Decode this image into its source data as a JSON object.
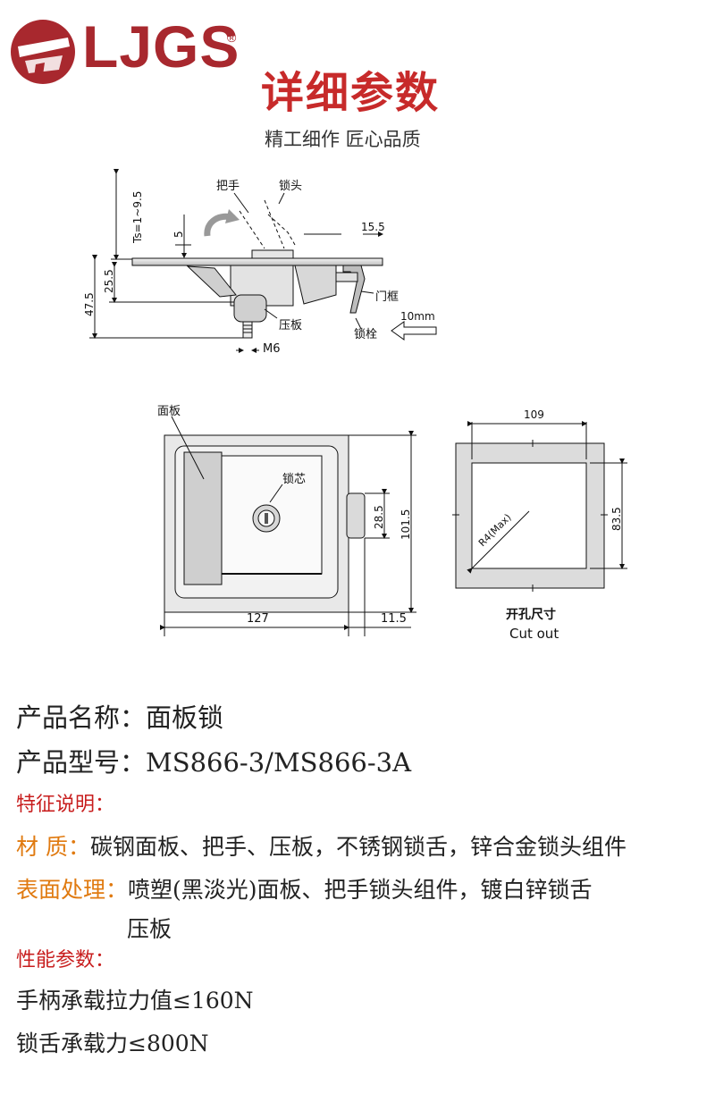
{
  "header": {
    "brand": "LJGS",
    "registered": "®",
    "title": "详细参数",
    "slogan": "精工细作 匠心品质"
  },
  "drawing": {
    "side_view": {
      "labels": {
        "handle": "把手",
        "lock_head": "锁头",
        "ts": "Ts=1~9.5",
        "dim_5": "5",
        "dim_15_5": "15.5",
        "dim_25_5": "25.5",
        "dim_47_5": "47.5",
        "door_frame": "门框",
        "pressure_plate": "压板",
        "bolt": "锁栓",
        "travel": "10mm",
        "thread": "M6"
      }
    },
    "front_view": {
      "labels": {
        "panel": "面板",
        "lock_core": "锁芯",
        "dim_28_5": "28.5",
        "dim_101_5": "101.5",
        "dim_127": "127",
        "dim_11_5": "11.5"
      }
    },
    "cutout_view": {
      "labels": {
        "dim_109": "109",
        "dim_83_5": "83.5",
        "radius": "R4(Max)",
        "caption_cn": "开孔尺寸",
        "caption_en": "Cut out"
      }
    }
  },
  "product": {
    "name_label": "产品名称：",
    "name_value": "面板锁",
    "model_label": "产品型号：",
    "model_value": "MS866-3/MS866-3A",
    "features_heading": "特征说明：",
    "material_label": "材 质：",
    "material_value": "碳钢面板、把手、压板，不锈钢锁舌，锌合金锁头组件",
    "surface_label": "表面处理：",
    "surface_value_line1": "喷塑(黑淡光)面板、把手锁头组件，镀白锌锁舌",
    "surface_value_line2": "压板",
    "performance_heading": "性能参数：",
    "perf_handle": "手柄承载拉力值≤160N",
    "perf_tongue": "锁舌承载力≤800N"
  },
  "colors": {
    "brand_red": "#a8282e",
    "title_red": "#c72a2a",
    "heading_red": "#c81e1e",
    "label_orange": "#e07a10"
  }
}
